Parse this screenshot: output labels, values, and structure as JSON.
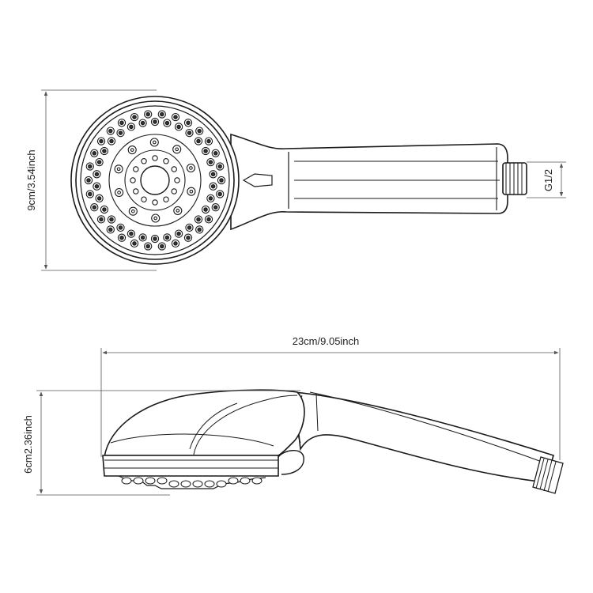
{
  "dimensions": {
    "height": "9cm/3.54inch",
    "thread": "G1/2",
    "length": "23cm/9.05inch",
    "depth": "6cm2.36inch"
  },
  "colors": {
    "line": "#1a1a1a",
    "dim_line": "#555555",
    "background": "#ffffff"
  }
}
